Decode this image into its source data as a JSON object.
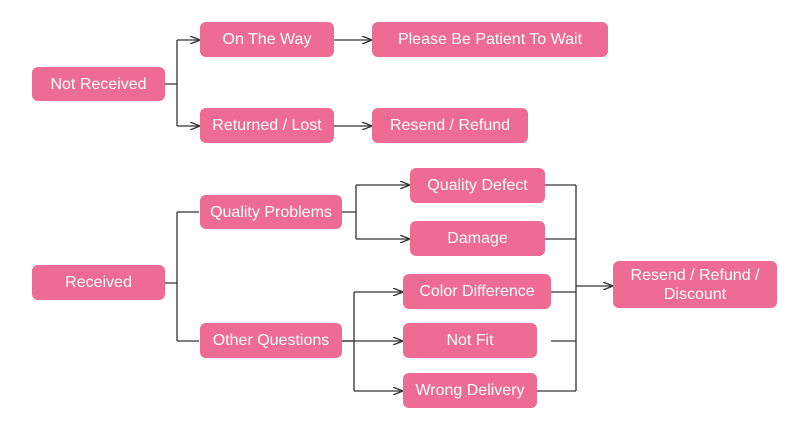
{
  "colors": {
    "node_fill": "#ee6b93",
    "node_text": "#ffffff",
    "connector": "#333333"
  },
  "nodes": {
    "not_received": "Not Received",
    "on_the_way": "On The Way",
    "please_wait": "Please Be Patient To Wait",
    "returned_lost": "Returned / Lost",
    "resend_refund": "Resend / Refund",
    "received": "Received",
    "quality_problems": "Quality Problems",
    "other_questions": "Other Questions",
    "quality_defect": "Quality Defect",
    "damage": "Damage",
    "color_difference": "Color Difference",
    "not_fit": "Not Fit",
    "wrong_delivery": "Wrong Delivery",
    "resend_refund_discount": "Resend / Refund / Discount"
  }
}
